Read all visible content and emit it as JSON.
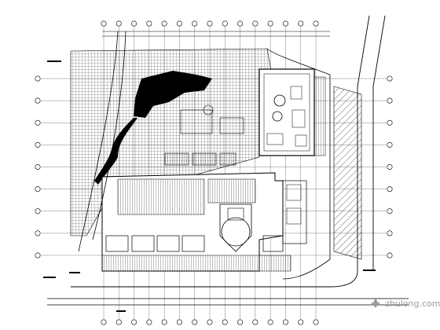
{
  "drawing": {
    "grid_axis_top_count": 15,
    "grid_axis_left_count": 9,
    "grid_axis_right_count": 9
  },
  "watermark": {
    "text": "zhulong.com",
    "color": "#9a9a9a"
  },
  "colors": {
    "ink": "#000000",
    "paper": "#ffffff"
  }
}
